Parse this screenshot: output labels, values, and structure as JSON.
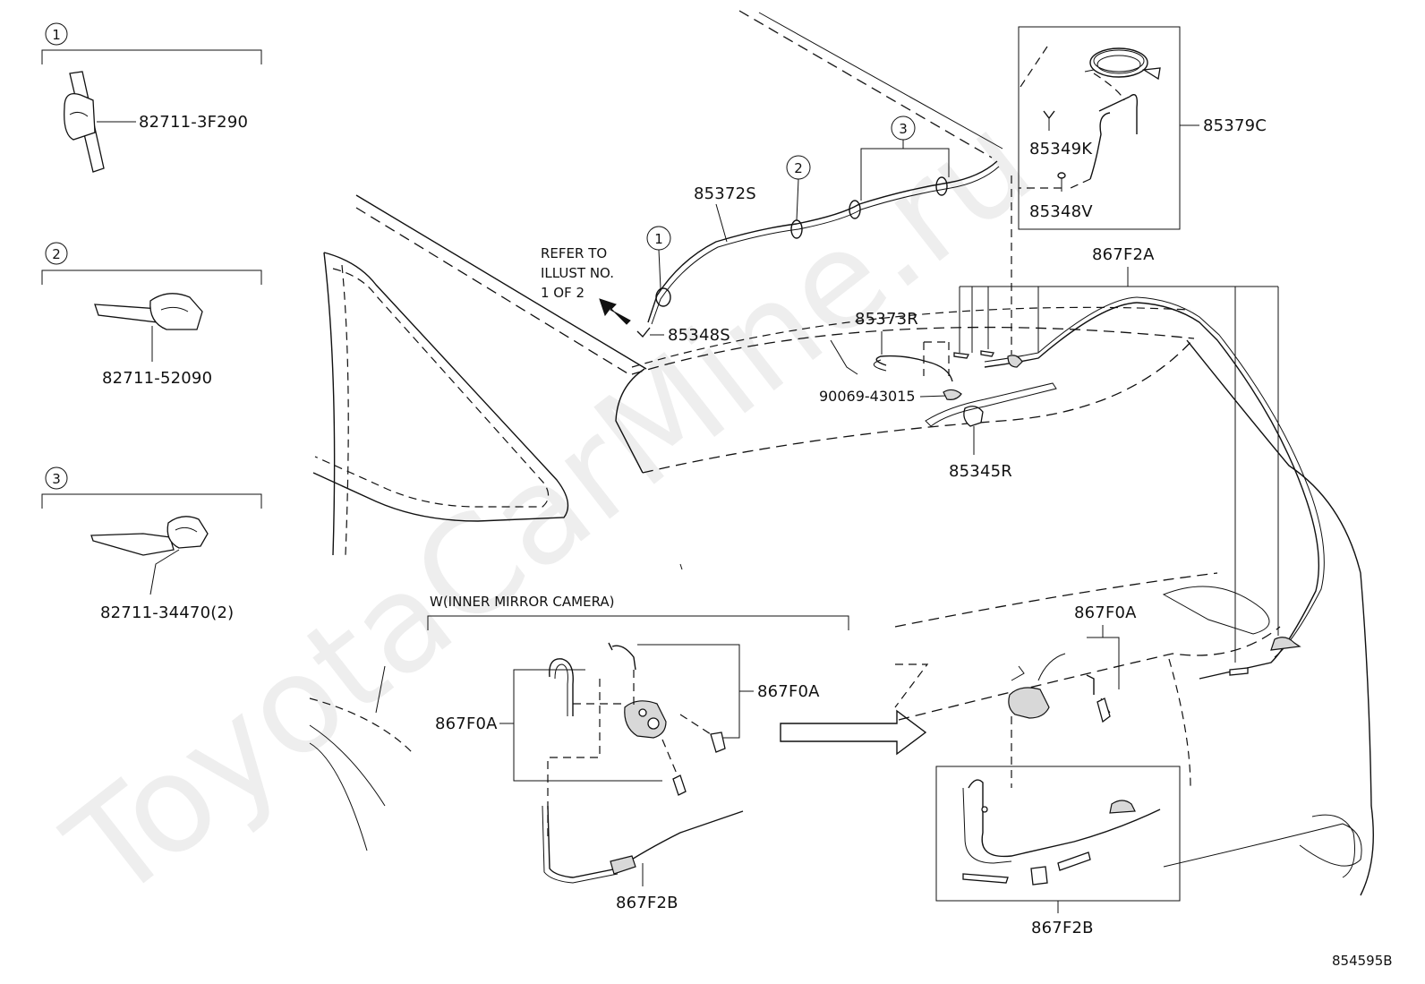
{
  "watermark": "ToyotaCarMine.ru",
  "diagram_id": "854595B",
  "callouts": {
    "c1": "1",
    "c2": "2",
    "c3": "3"
  },
  "legend": {
    "item1_part": "82711-3F290",
    "item2_part": "82711-52090",
    "item3_part": "82711-34470(2)"
  },
  "note": {
    "line1": "REFER TO",
    "line2": "ILLUST NO.",
    "line3": "1 OF 2"
  },
  "inset_title": "W(INNER MIRROR CAMERA)",
  "parts": {
    "p85372S": "85372S",
    "p85348S": "85348S",
    "p85349K": "85349K",
    "p85348V": "85348V",
    "p85379C": "85379C",
    "p867F2A": "867F2A",
    "p85373R": "85373R",
    "p90069": "90069-43015",
    "p85345R": "85345R",
    "p867F0A_left": "867F0A",
    "p867F0A_mid": "867F0A",
    "p867F0A_right": "867F0A",
    "p867F2B_left": "867F2B",
    "p867F2B_right": "867F2B"
  }
}
